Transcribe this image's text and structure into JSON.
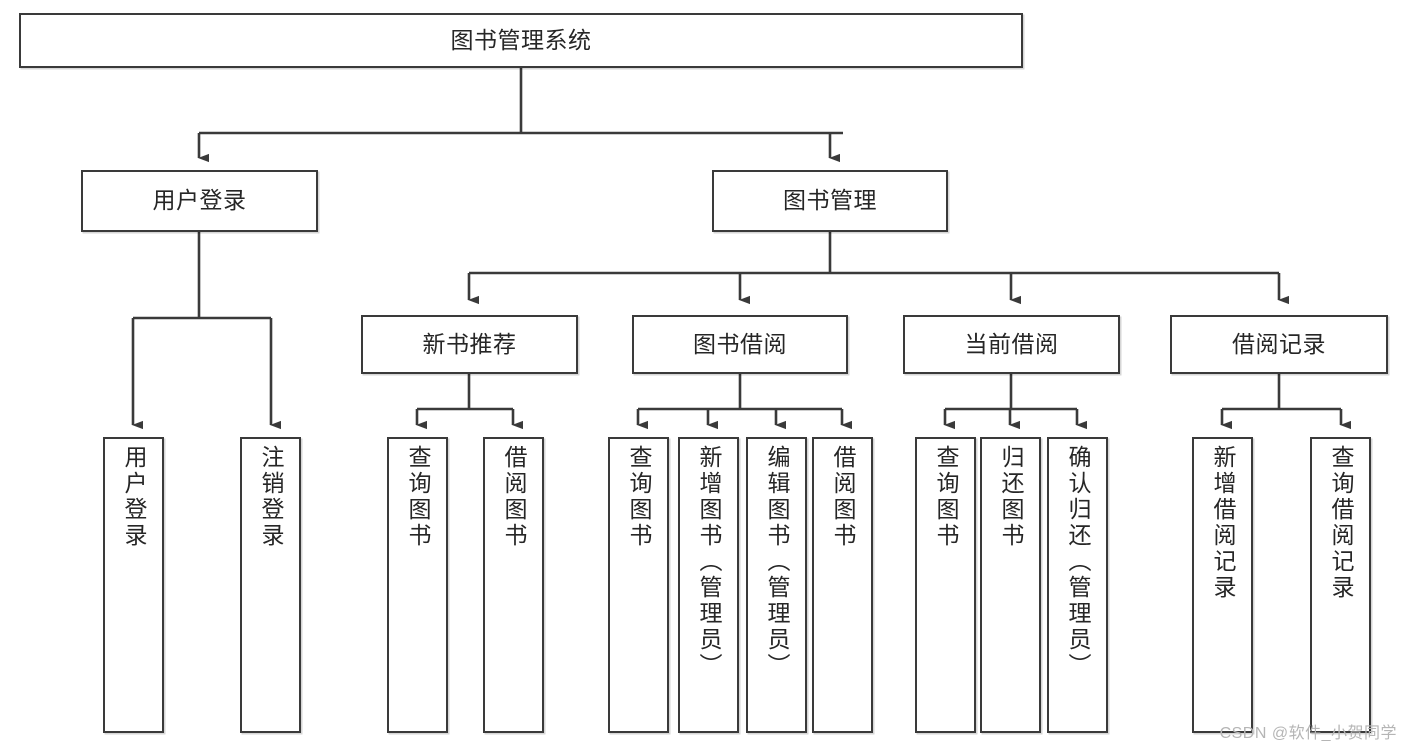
{
  "diagram": {
    "title": "图书管理系统",
    "type": "tree-hierarchy",
    "root": {
      "label": "图书管理系统"
    },
    "level2": [
      {
        "label": "用户登录"
      },
      {
        "label": "图书管理"
      }
    ],
    "level3": [
      {
        "label": "新书推荐"
      },
      {
        "label": "图书借阅"
      },
      {
        "label": "当前借阅"
      },
      {
        "label": "借阅记录"
      }
    ],
    "leaves": [
      {
        "label": "用户登录"
      },
      {
        "label": "注销登录"
      },
      {
        "label": "查询图书"
      },
      {
        "label": "借阅图书"
      },
      {
        "label": "查询图书"
      },
      {
        "label": "新增图书（管理员）"
      },
      {
        "label": "编辑图书（管理员）"
      },
      {
        "label": "借阅图书"
      },
      {
        "label": "查询图书"
      },
      {
        "label": "归还图书"
      },
      {
        "label": "确认归还（管理员）"
      },
      {
        "label": "新增借阅记录"
      },
      {
        "label": "查询借阅记录"
      }
    ]
  },
  "watermark": {
    "text": "CSDN @软件_小贺同学"
  },
  "colors": {
    "stroke": "#3a3a3a",
    "text": "#262626",
    "background": "#ffffff",
    "watermark": "#b5b5b5"
  }
}
